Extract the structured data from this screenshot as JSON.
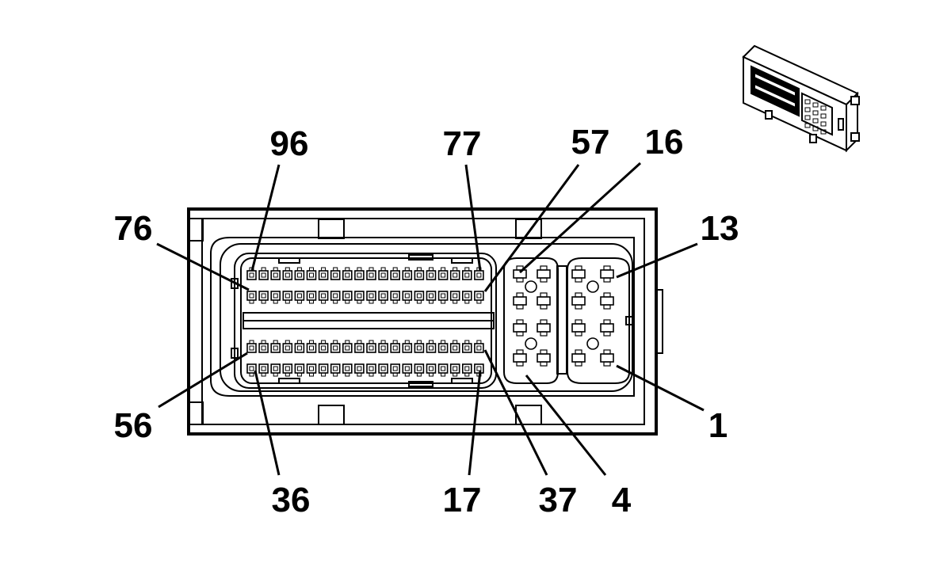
{
  "diagram": {
    "colors": {
      "stroke": "#000000",
      "background": "#ffffff"
    },
    "pin_labels": {
      "p96": "96",
      "p77": "77",
      "p57": "57",
      "p16": "16",
      "p76": "76",
      "p13": "13",
      "p56": "56",
      "p1": "1",
      "p36": "36",
      "p17": "17",
      "p37": "37",
      "p4": "4"
    }
  }
}
